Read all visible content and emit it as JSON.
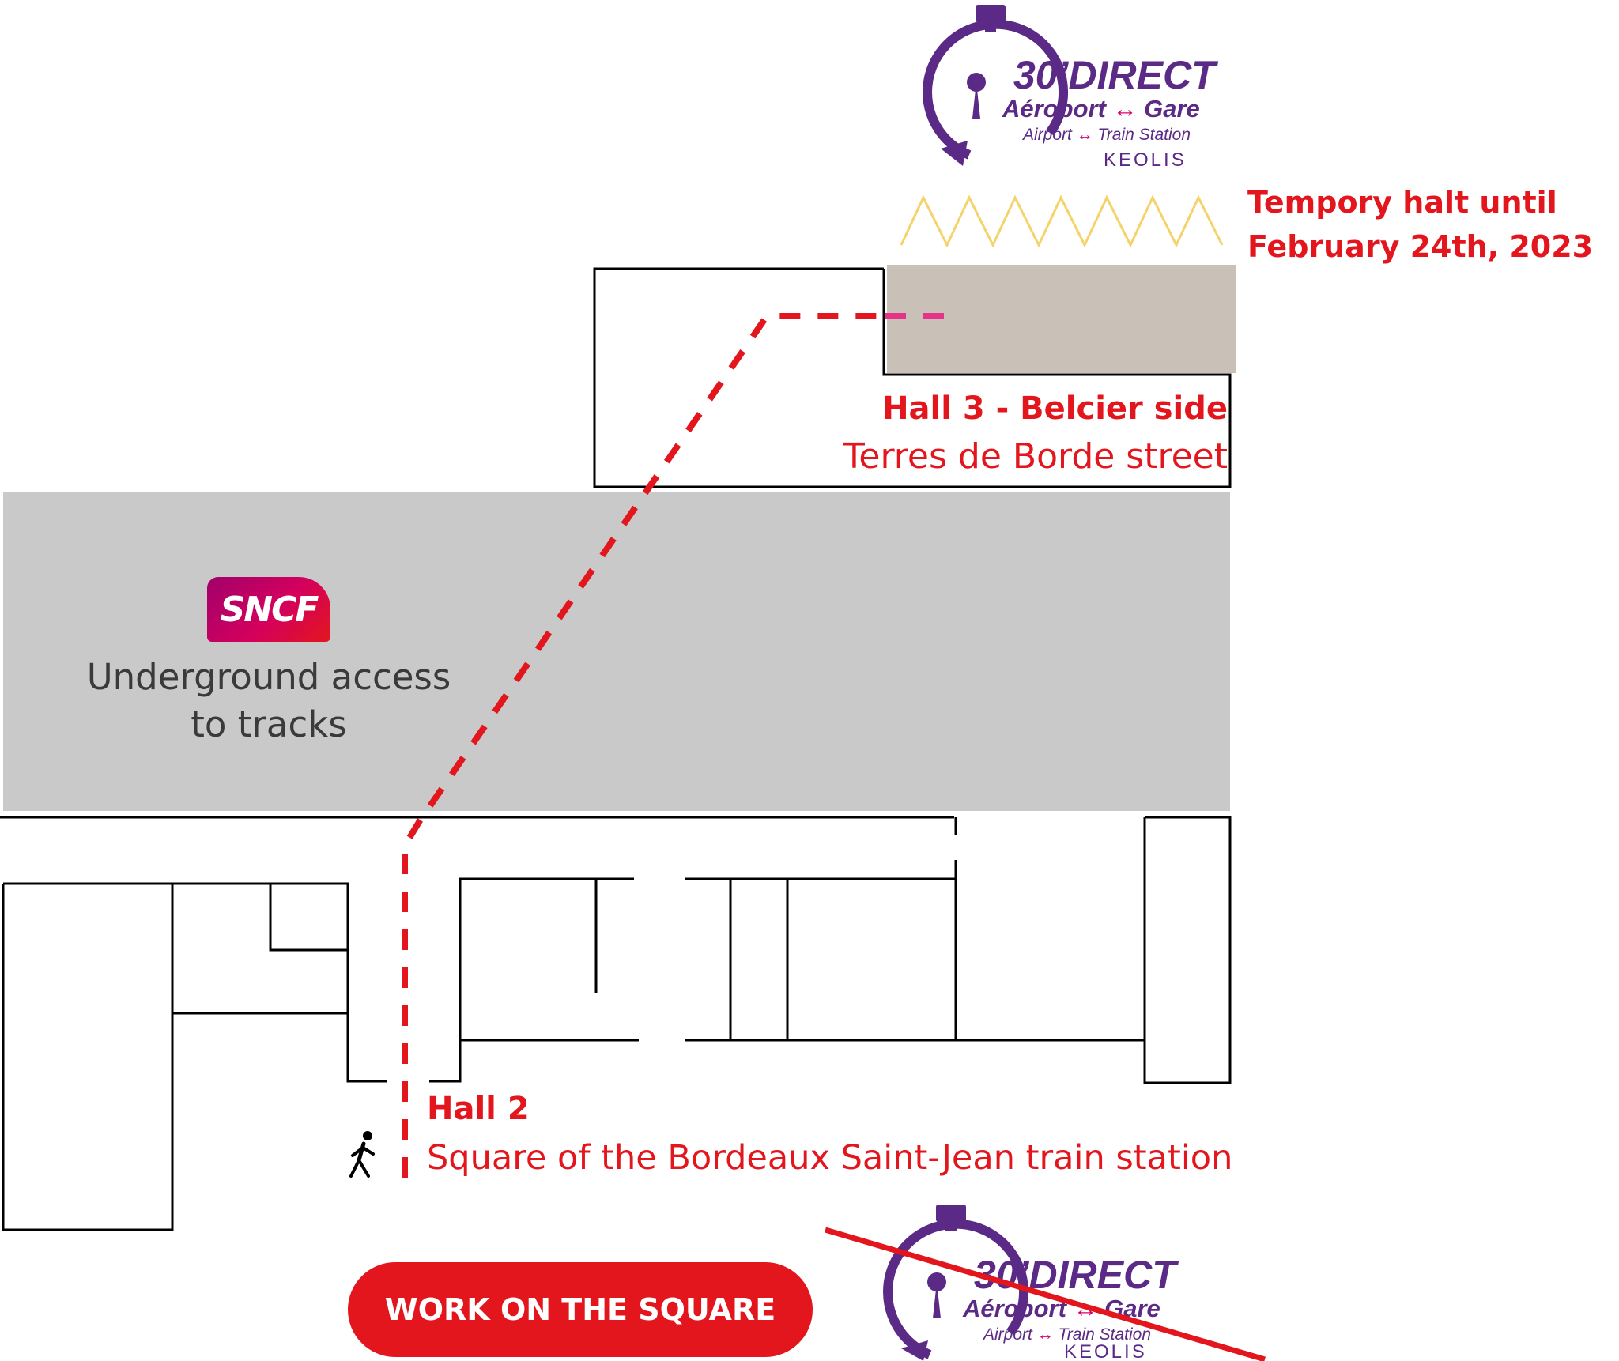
{
  "halt_notice": {
    "line1": "Tempory halt until",
    "line2": "February 24th, 2023"
  },
  "hall3": {
    "title": "Hall 3 - Belcier side",
    "subtitle": "Terres de Borde street"
  },
  "hall2": {
    "title": "Hall 2",
    "subtitle": "Square of the Bordeaux Saint-Jean train station"
  },
  "underground": {
    "line1": "Underground access",
    "line2": "to tracks"
  },
  "sncf_logo": "SNCF",
  "work_button": "WORK ON THE SQUARE",
  "shuttle_logo": {
    "brand": "30’DIRECT",
    "line1_left": "Aéroport",
    "line1_right": "Gare",
    "line2_left": "Airport",
    "line2_right": "Train Station",
    "operator": "KEOLIS"
  },
  "icons": {
    "walk": "pedestrian-icon",
    "stopwatch": "stopwatch-icon",
    "arrow": "double-arrow-icon"
  },
  "colors": {
    "route": "#e2161c",
    "temp_route": "#e6338a",
    "brand_purple": "#5b2a86",
    "brand_pink": "#d6006e",
    "tracks_area": "#c9c9c9",
    "temp_stop_area": "#c9c0b7",
    "zigzag": "#f4d36a"
  }
}
